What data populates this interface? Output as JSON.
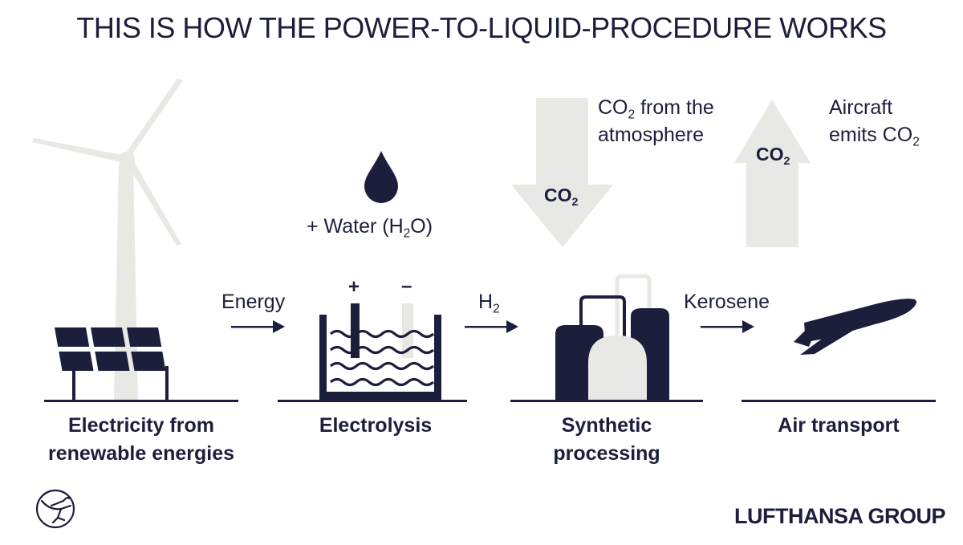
{
  "title": "THIS IS HOW THE POWER-TO-LIQUID-PROCEDURE WORKS",
  "flow_labels": {
    "energy": "Energy",
    "h2_main": "H",
    "h2_sub": "2",
    "kerosene": "Kerosene"
  },
  "water": {
    "prefix": "+ Water (H",
    "sub": "2",
    "suffix": "O)"
  },
  "co2_inflow": {
    "line1_main": "CO",
    "line1_sub": "2",
    "line1_rest": " from the",
    "line2": "atmosphere",
    "arrow_main": "CO",
    "arrow_sub": "2"
  },
  "co2_outflow": {
    "line1": "Aircraft",
    "line2_main": "emits CO",
    "line2_sub": "2",
    "arrow_main": "CO",
    "arrow_sub": "2"
  },
  "electrodes": {
    "plus": "+",
    "minus": "–"
  },
  "stages": [
    {
      "line1": "Electricity from",
      "line2": "renewable energies"
    },
    {
      "line1": "Electrolysis",
      "line2": ""
    },
    {
      "line1": "Synthetic",
      "line2": "processing"
    },
    {
      "line1": "Air transport",
      "line2": ""
    }
  ],
  "brand": "LUFTHANSA GROUP",
  "colors": {
    "navy": "#1b1f3b",
    "light_gray": "#e8e8e4",
    "white": "#ffffff"
  },
  "icons": [
    "wind-turbine-icon",
    "solar-panel-icon",
    "water-drop-icon",
    "electrolysis-tank-icon",
    "synthesis-plant-icon",
    "airplane-icon",
    "crane-logo-icon"
  ]
}
